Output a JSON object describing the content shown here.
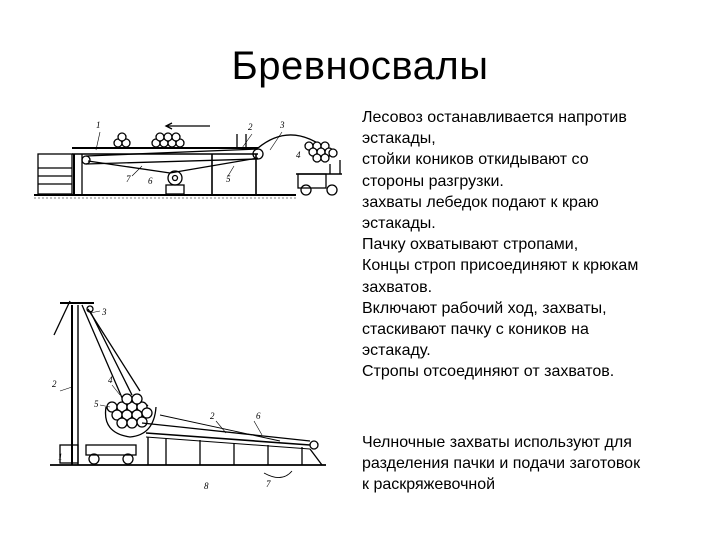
{
  "title": "Бревносвалы",
  "description": {
    "lines": [
      "Лесовоз останавливается напротив",
      "эстакады,",
      "стойки коников откидывают со",
      "стороны разгрузки.",
      "захваты лебедок подают к краю",
      "эстакады.",
      "Пачку охватывают стропами,",
      "Концы строп присоединяют к крюкам",
      "захватов.",
      "Включают рабочий ход,  захваты,",
      "стаскивают пачку с коников на",
      "эстакаду.",
      "Стропы отсоединяют от захватов."
    ]
  },
  "note": {
    "lines": [
      "Челночные захваты используют для",
      "разделения пачки и подачи заготовок",
      "к раскряжевочной"
    ]
  },
  "figure_top": {
    "labels": [
      "1",
      "2",
      "3",
      "4",
      "5",
      "6",
      "7"
    ]
  },
  "figure_bottom": {
    "labels": [
      "1",
      "2",
      "3",
      "4",
      "5",
      "6",
      "7",
      "8",
      "2"
    ]
  }
}
